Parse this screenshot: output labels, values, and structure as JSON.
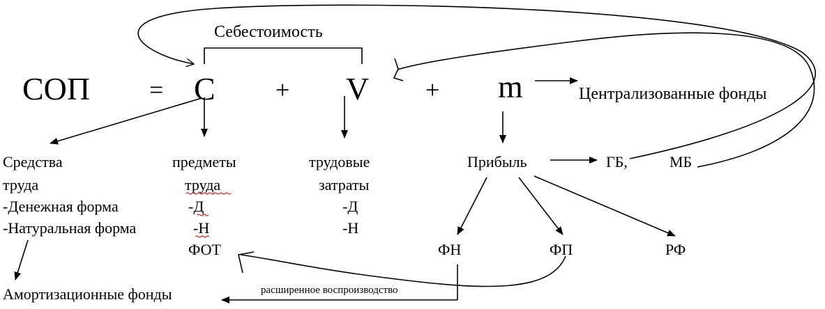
{
  "equation": {
    "lhs": "СОП",
    "equals": "=",
    "c": "С",
    "plus1": "+",
    "v": "V",
    "plus2": "+",
    "m": "m"
  },
  "bracket_label": "Себестоимость",
  "centralized_funds": "Централизованные фонды",
  "columns": {
    "c_left": {
      "line1": "Средства",
      "line2": "труда",
      "line3": "-Денежная форма",
      "line4": "-Натуральная форма"
    },
    "c_down": {
      "line1": "предметы",
      "line2": "труда",
      "line3": "-Д",
      "line4": "-Н",
      "line5": "ФОТ"
    },
    "v_down": {
      "line1": "трудовые",
      "line2": "затраты",
      "line3": "-Д",
      "line4": "-Н"
    }
  },
  "profit": "Прибыль",
  "budgets": {
    "gb": "ГБ,",
    "mb": "МБ"
  },
  "funds": {
    "fn": "ФН",
    "fp": "ФП",
    "rf": "РФ"
  },
  "amortization_funds": "Амортизационные фонды",
  "expanded_reproduction": "расширенное воспроизводство"
}
